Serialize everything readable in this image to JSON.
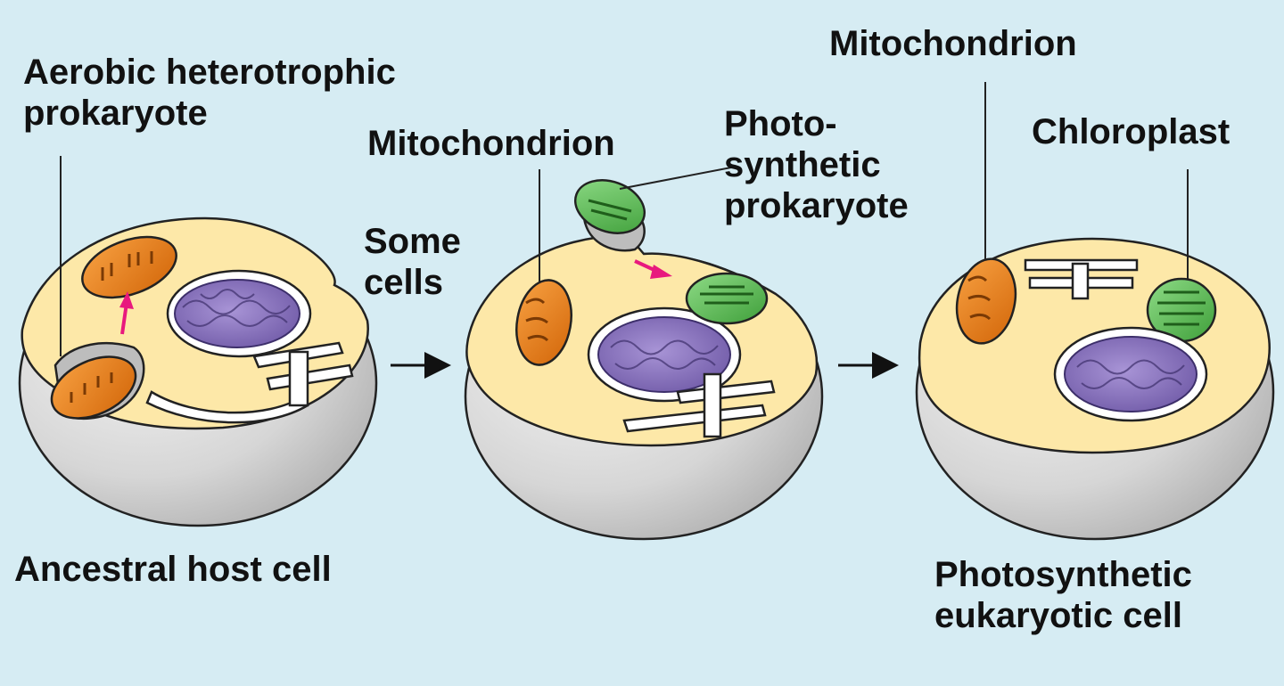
{
  "labels": {
    "aerobic_prokaryote": [
      "Aerobic heterotrophic",
      "prokaryote"
    ],
    "mitochondrion_middle": "Mitochondrion",
    "photosynthetic_prokaryote": [
      "Photo-",
      "synthetic",
      "prokaryote"
    ],
    "some_cells": [
      "Some",
      "cells"
    ],
    "mitochondrion_right": "Mitochondrion",
    "chloroplast": "Chloroplast",
    "ancestral_host_cell": "Ancestral host cell",
    "photosynthetic_eukaryotic_cell": [
      "Photosynthetic",
      "eukaryotic cell"
    ]
  },
  "colors": {
    "background": "#d6ecf3",
    "cytoplasm": "#fde8a8",
    "cell_body": "#d7d7d7",
    "nucleus": "#8a75bd",
    "mitochondrion": "#ec7c12",
    "chloroplast": "#5fbf5a",
    "arrow_pink": "#e8197e",
    "arrow_black": "#111111"
  },
  "icons": [
    "arrow-right-icon",
    "engulfment-arrow-icon"
  ]
}
